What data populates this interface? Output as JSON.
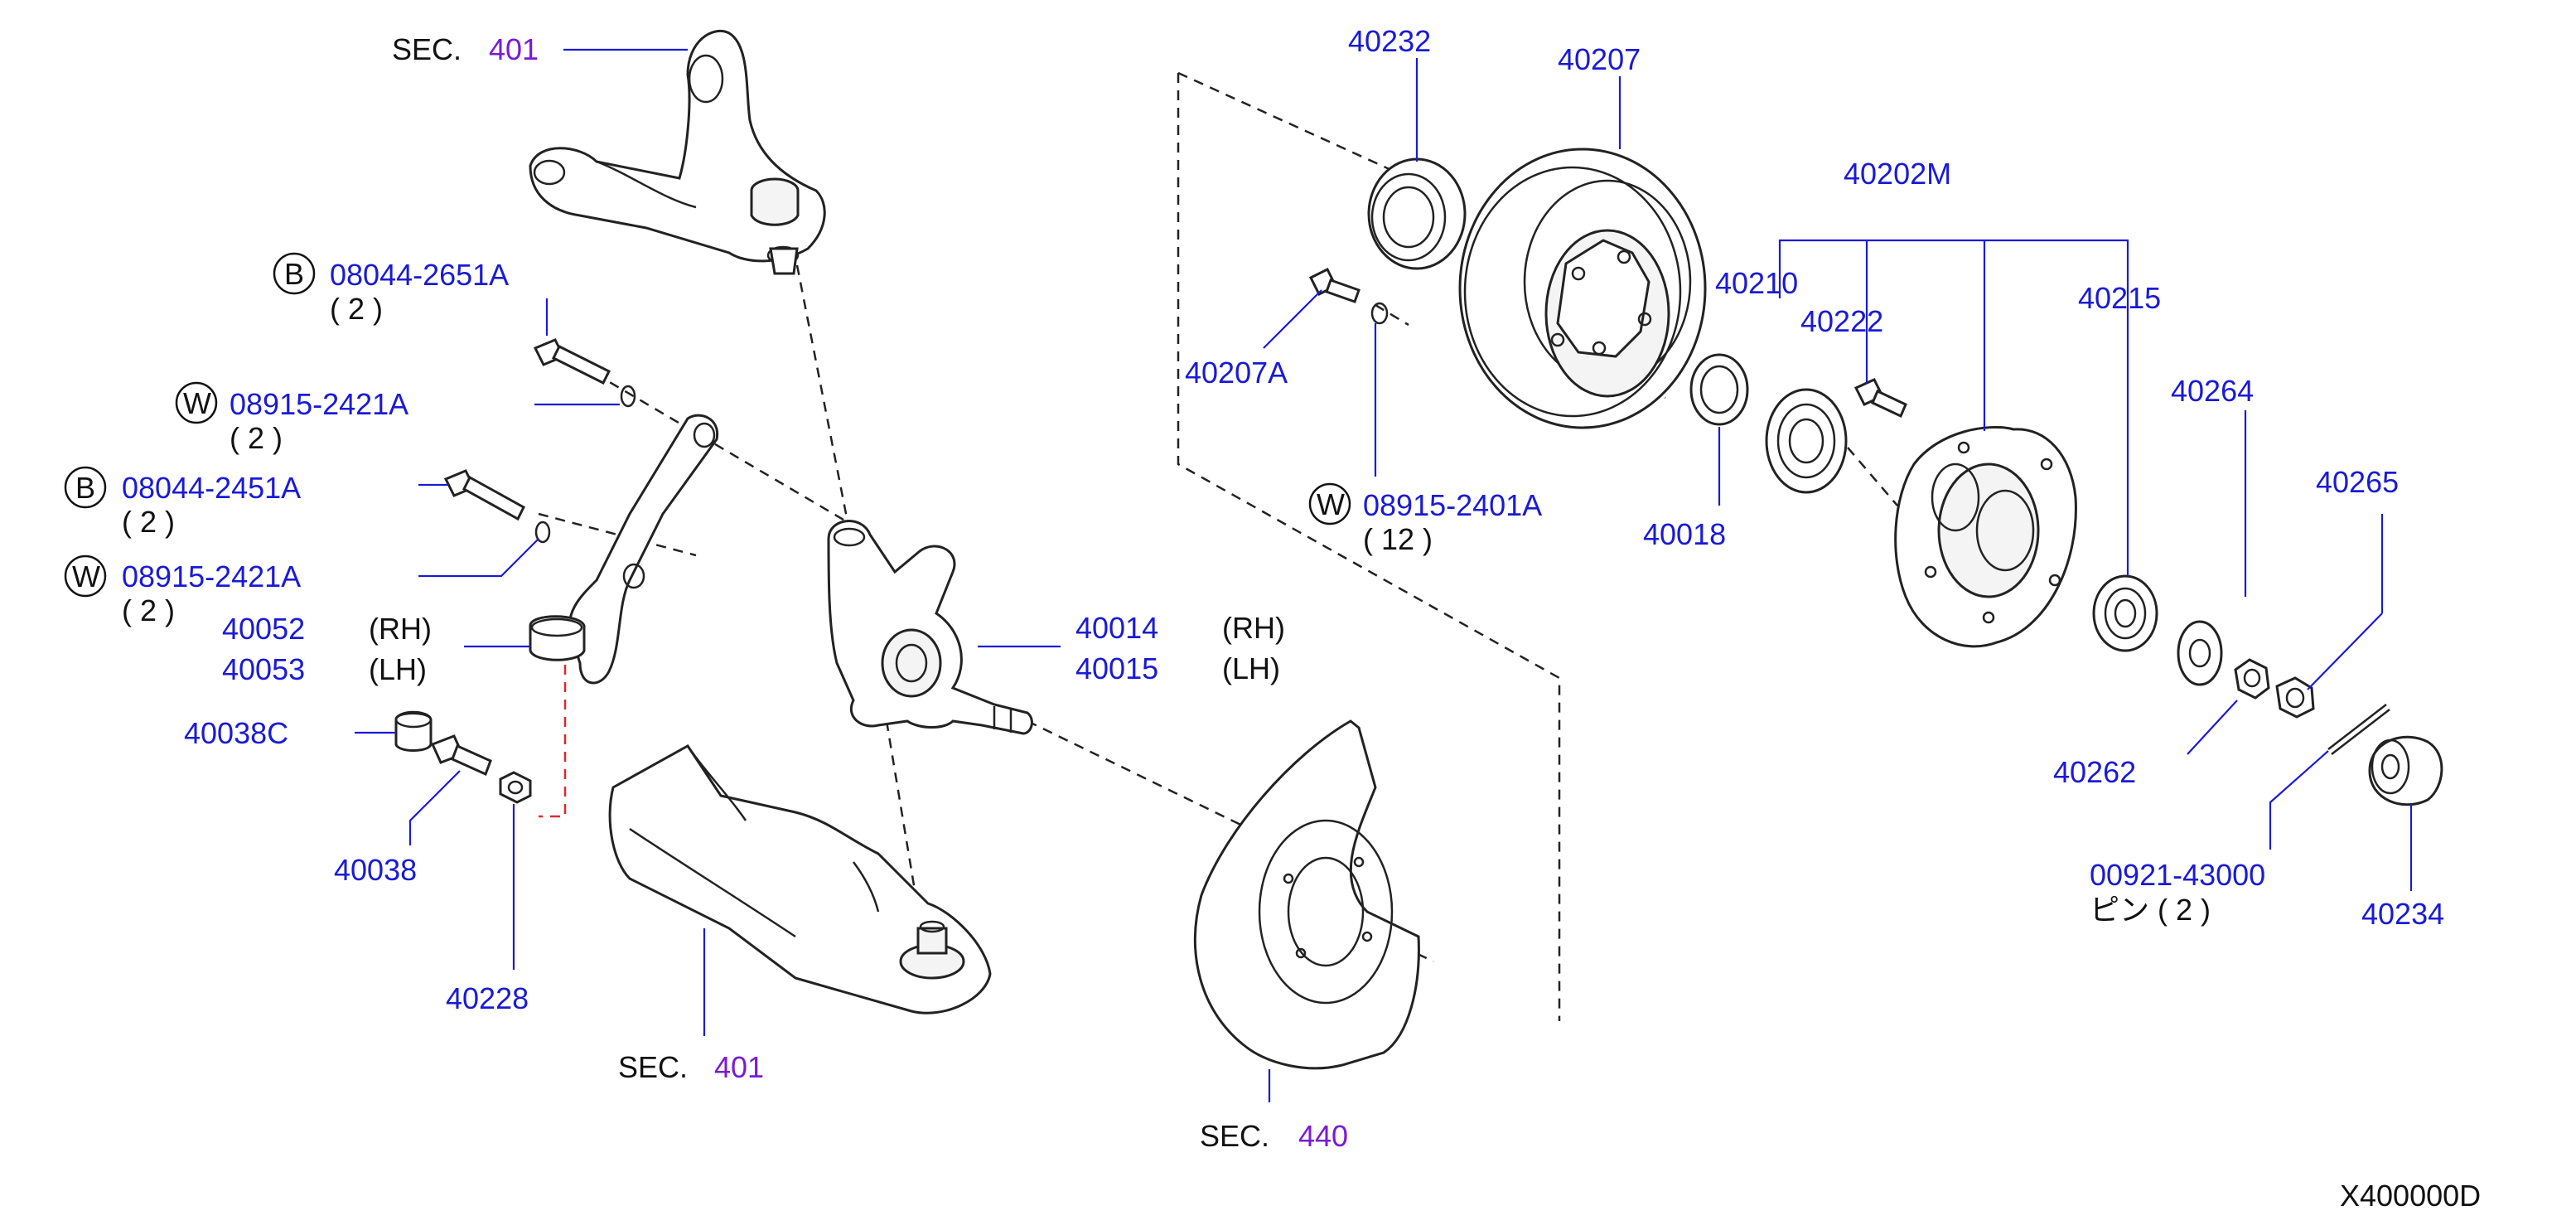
{
  "diagram_code": "X400000D",
  "labels": {
    "sec401_top": {
      "prefix": "SEC.",
      "num": "401"
    },
    "sec401_bottom": {
      "prefix": "SEC.",
      "num": "401"
    },
    "sec440": {
      "prefix": "SEC.",
      "num": "440"
    },
    "bolt_08044_2651A": {
      "symbol": "B",
      "part": "08044-2651A",
      "qty": "( 2 )"
    },
    "washer_08915_2421A_a": {
      "symbol": "W",
      "part": "08915-2421A",
      "qty": "( 2 )"
    },
    "bolt_08044_2451A": {
      "symbol": "B",
      "part": "08044-2451A",
      "qty": "( 2 )"
    },
    "washer_08915_2421A_b": {
      "symbol": "W",
      "part": "08915-2421A",
      "qty": "( 2 )"
    },
    "arm_rh": {
      "part": "40052",
      "side": "(RH)"
    },
    "arm_lh": {
      "part": "40053",
      "side": "(LH)"
    },
    "p40038C": "40038C",
    "p40038": "40038",
    "p40228": "40228",
    "knuckle_rh": {
      "part": "40014",
      "side": "(RH)"
    },
    "knuckle_lh": {
      "part": "40015",
      "side": "(LH)"
    },
    "p40232": "40232",
    "p40207": "40207",
    "p40207A": "40207A",
    "washer_08915_2401A": {
      "symbol": "W",
      "part": "08915-2401A",
      "qty": "( 12 )"
    },
    "p40202M": "40202M",
    "p40210": "40210",
    "p40222": "40222",
    "p40215": "40215",
    "p40018": "40018",
    "p40264": "40264",
    "p40265": "40265",
    "p40262": "40262",
    "pin_00921_43000": {
      "part": "00921-43000",
      "note": "ピン ( 2 )"
    },
    "p40234": "40234"
  },
  "colors": {
    "part_number": "#1a1ad6",
    "section_number": "#7a1ad6",
    "text": "#111111",
    "red_guide": "#e0282e"
  }
}
